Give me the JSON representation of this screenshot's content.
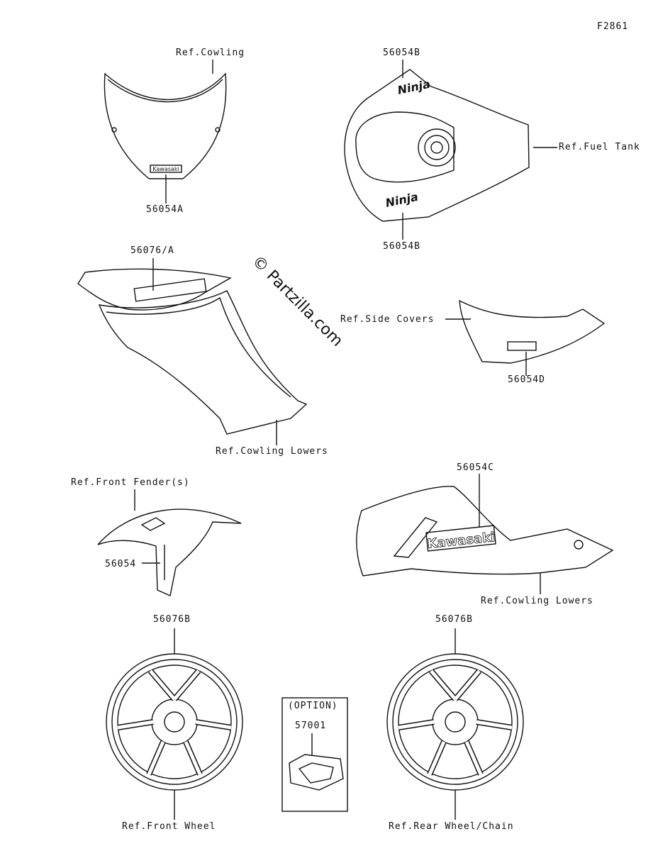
{
  "figure_code": "F2861",
  "watermark": "© Partzilla.com",
  "labels": {
    "ref_cowling": "Ref.Cowling",
    "part_56054A": "56054A",
    "part_56054B_top": "56054B",
    "part_56054B_bottom": "56054B",
    "ref_fuel_tank": "Ref.Fuel Tank",
    "part_56076A": "56076/A",
    "ref_side_covers": "Ref.Side Covers",
    "part_56054D": "56054D",
    "ref_cowling_lowers_1": "Ref.Cowling Lowers",
    "ref_front_fenders": "Ref.Front Fender(s)",
    "part_56054": "56054",
    "part_56054C": "56054C",
    "ref_cowling_lowers_2": "Ref.Cowling Lowers",
    "part_56076B_left": "56076B",
    "part_56076B_right": "56076B",
    "option": "(OPTION)",
    "part_57001": "57001",
    "ref_front_wheel": "Ref.Front Wheel",
    "ref_rear_wheel": "Ref.Rear Wheel/Chain"
  },
  "decals": {
    "windscreen_text": "Kawasaki",
    "tank_top": "Ninja",
    "tank_bottom": "Ninja",
    "cowling_text": "Kawasaki"
  }
}
